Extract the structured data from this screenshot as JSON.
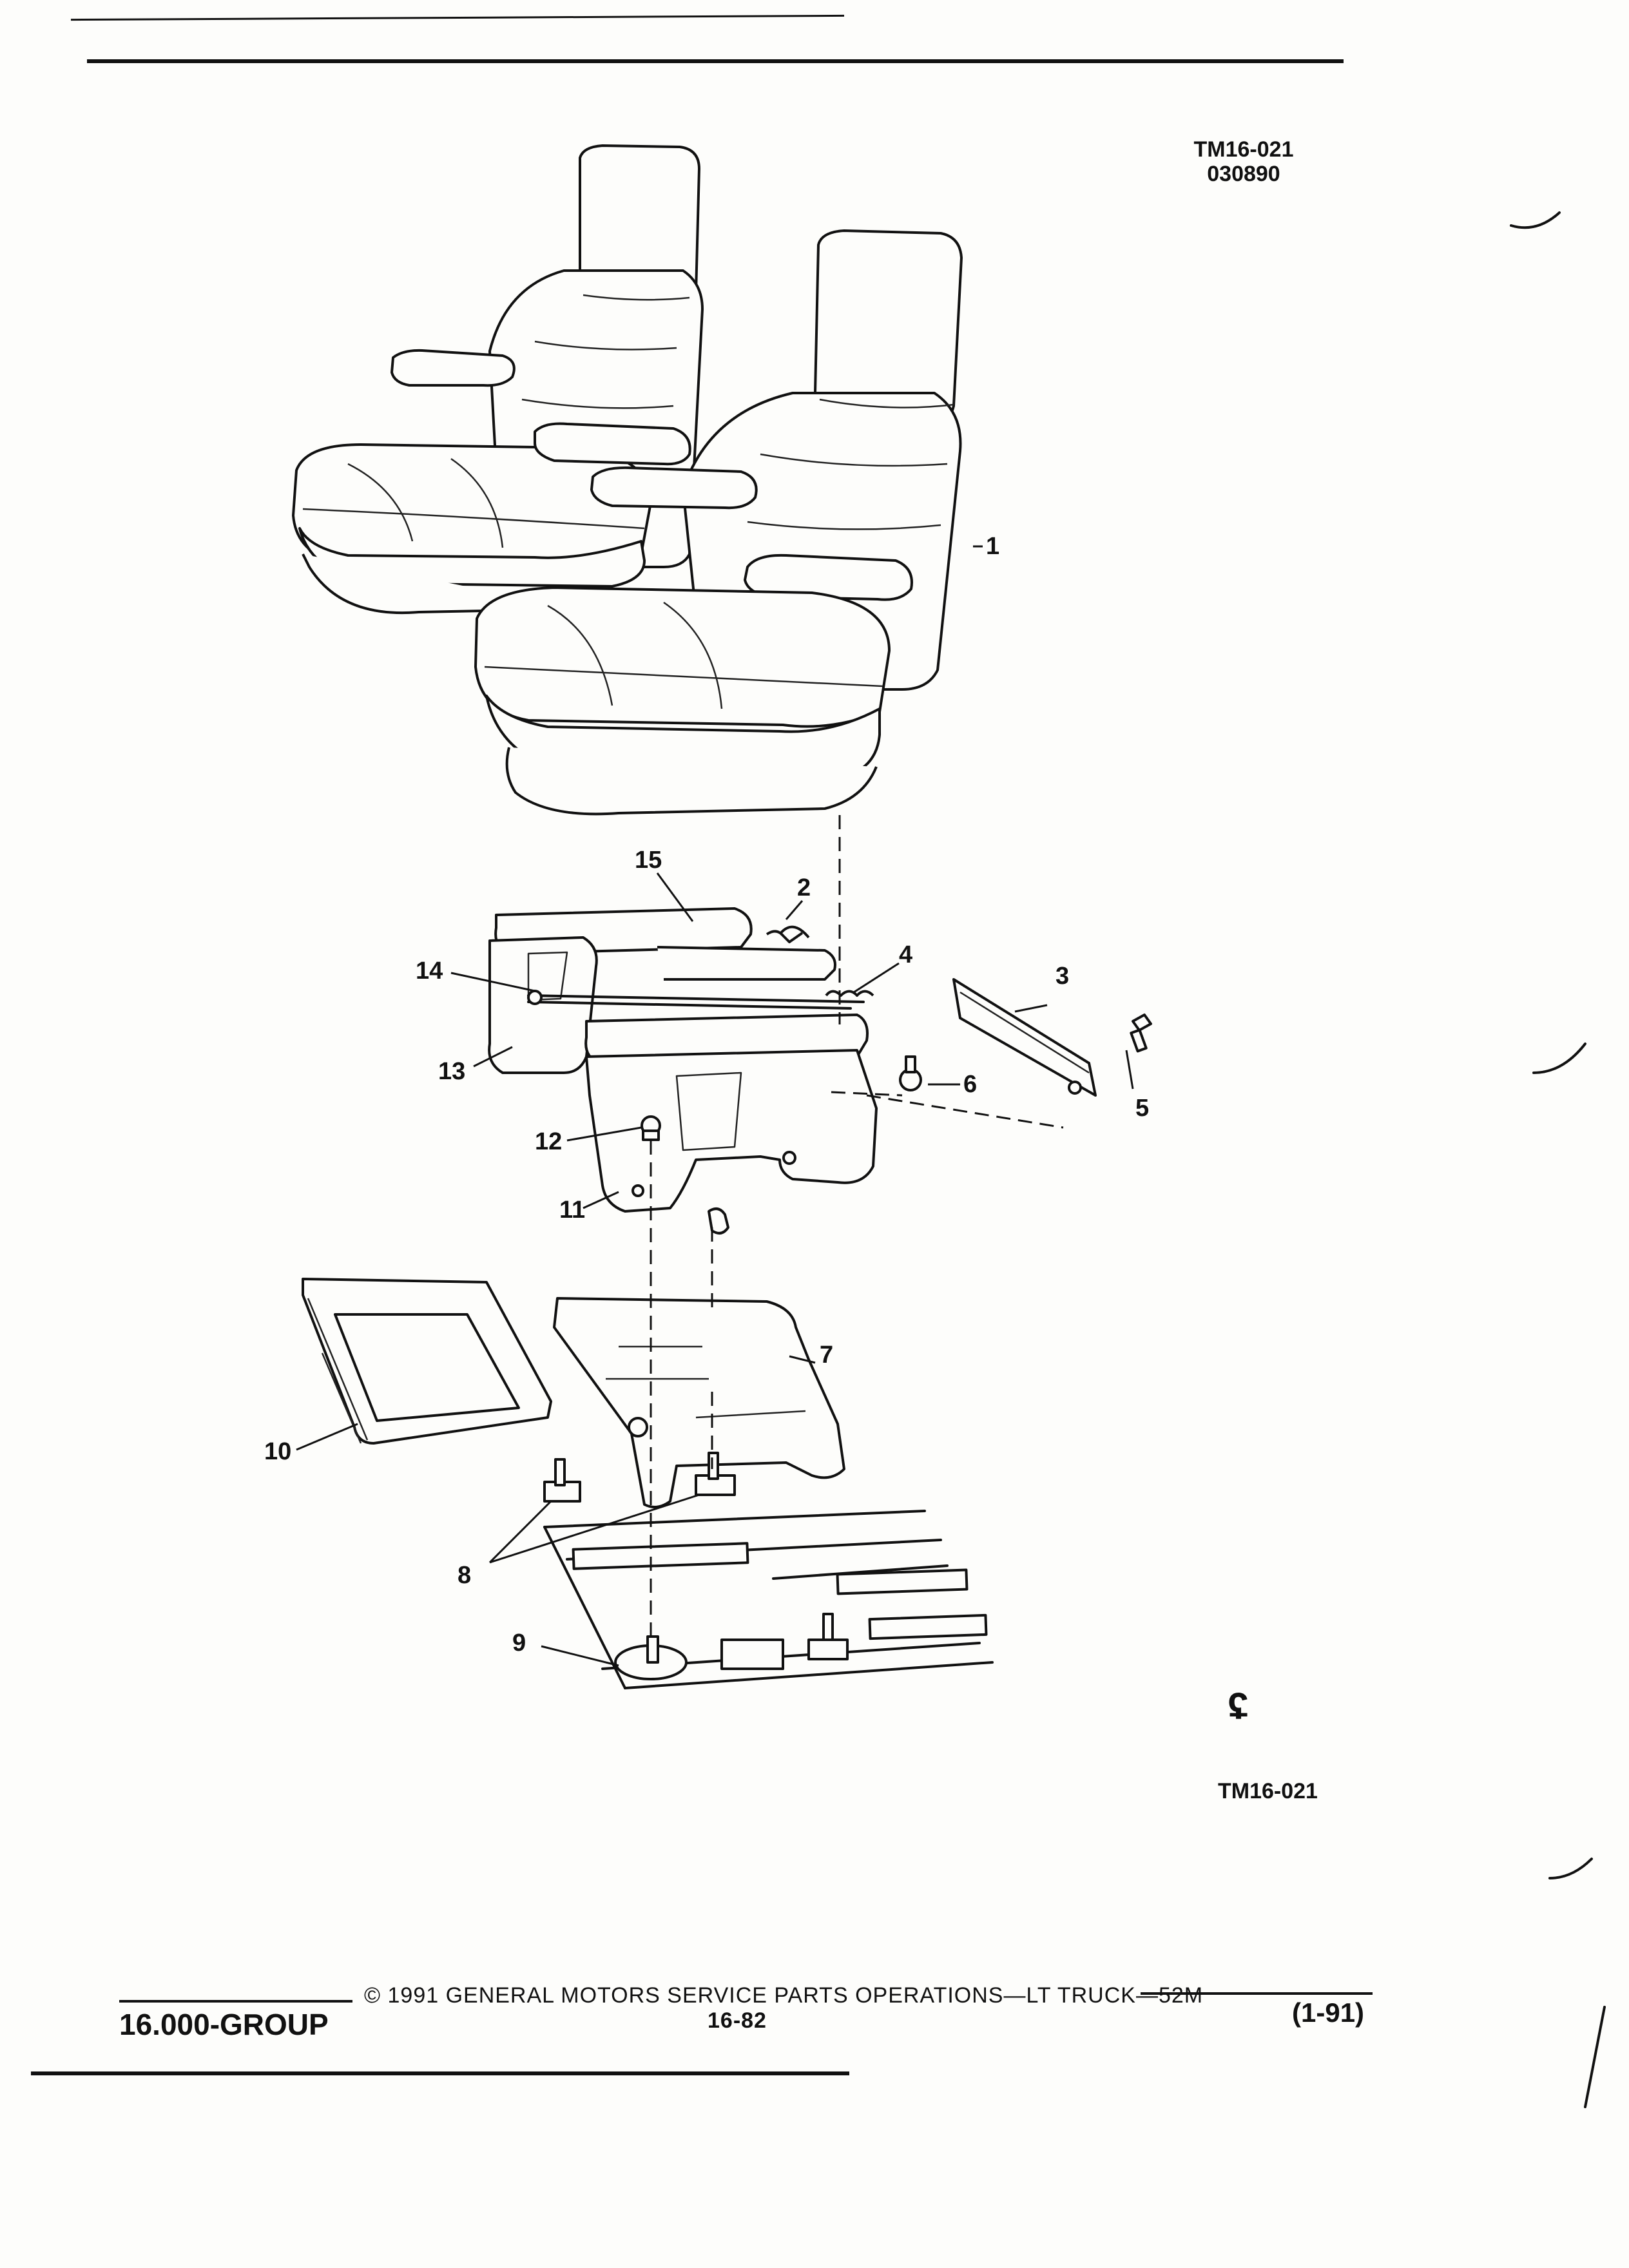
{
  "header": {
    "ref_code": "TM16-021",
    "ref_date": "030890"
  },
  "diagram": {
    "figure_code": "TM16-021",
    "logo_glyph": "ʢ",
    "callouts": [
      "1",
      "2",
      "3",
      "4",
      "5",
      "6",
      "7",
      "8",
      "9",
      "10",
      "11",
      "12",
      "13",
      "14",
      "15"
    ]
  },
  "footer": {
    "copyright": "© 1991 GENERAL MOTORS SERVICE PARTS OPERATIONS—LT TRUCK—52M",
    "page_number": "16-82",
    "group": "16.000-GROUP",
    "edition": "(1-91)"
  }
}
